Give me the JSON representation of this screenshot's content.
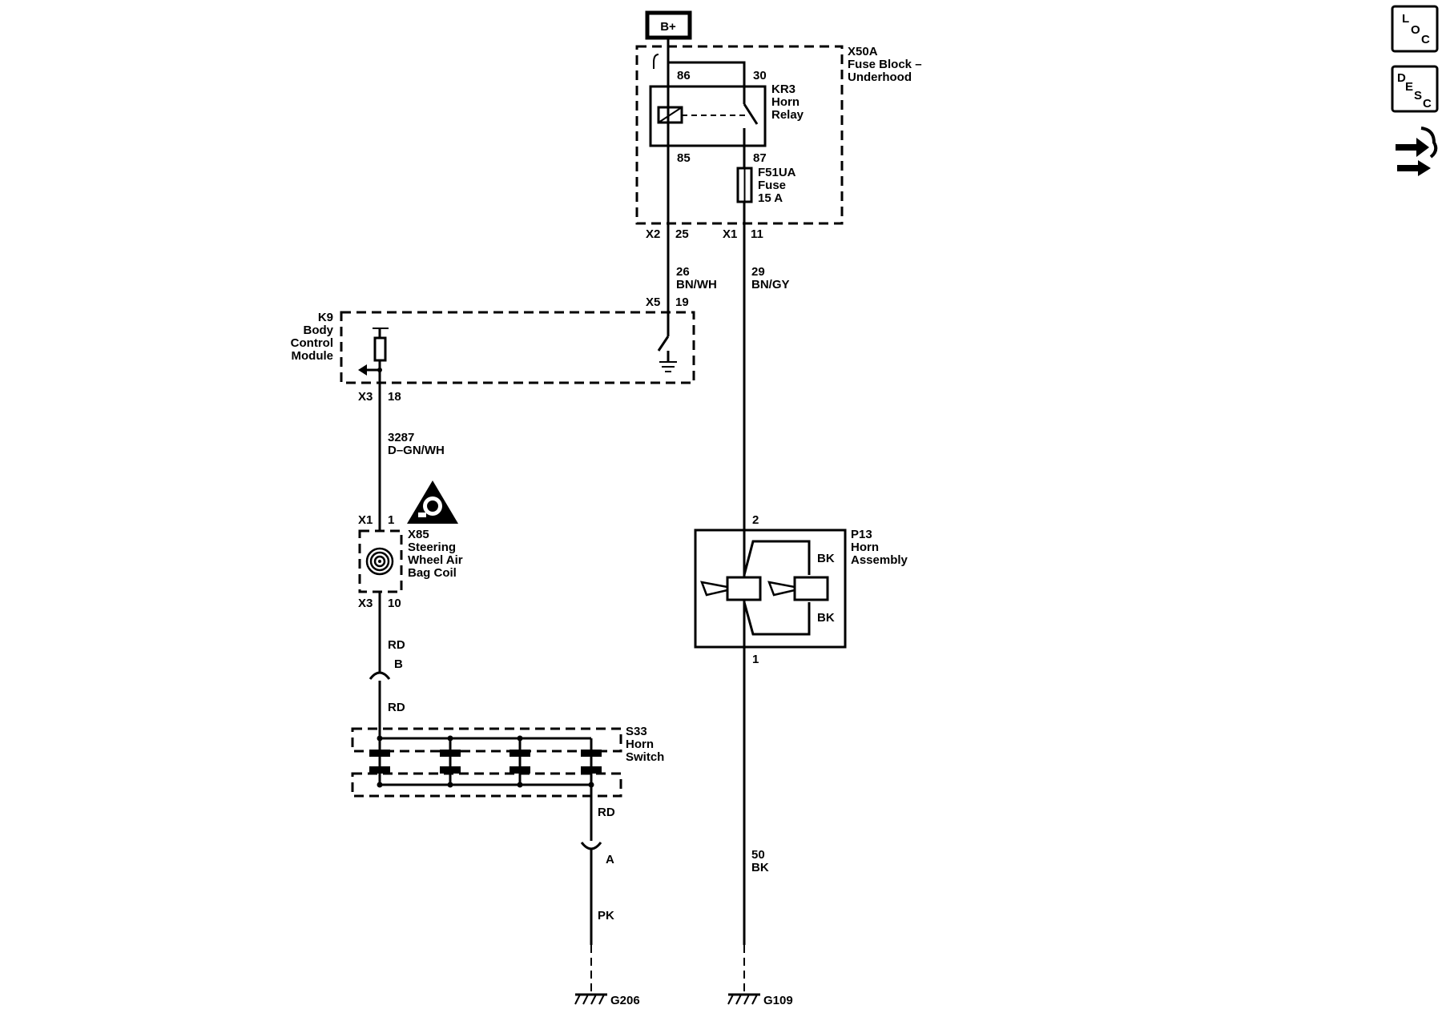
{
  "power_source": {
    "label": "B+"
  },
  "fuse_block": {
    "ref": "X50A",
    "name_line1": "Fuse Block –",
    "name_line2": "Underhood"
  },
  "relay": {
    "ref": "KR3",
    "name_line1": "Horn",
    "name_line2": "Relay",
    "pin_86": "86",
    "pin_30": "30",
    "pin_85": "85",
    "pin_87": "87"
  },
  "fuse": {
    "ref": "F51UA",
    "name": "Fuse",
    "rating": "15 A"
  },
  "fuse_block_connectors": {
    "x2": "X2",
    "x2_pin": "25",
    "x1": "X1",
    "x1_pin": "11"
  },
  "wire_26": {
    "circuit": "26",
    "color": "BN/WH"
  },
  "wire_29": {
    "circuit": "29",
    "color": "BN/GY"
  },
  "bcm": {
    "ref": "K9",
    "name_line1": "Body",
    "name_line2": "Control",
    "name_line3": "Module",
    "x5": "X5",
    "x5_pin": "19",
    "x3": "X3",
    "x3_pin": "18"
  },
  "wire_3287": {
    "circuit": "3287",
    "color": "D–GN/WH"
  },
  "airbag_coil": {
    "ref": "X85",
    "name_line1": "Steering",
    "name_line2": "Wheel Air",
    "name_line3": "Bag Coil",
    "x1": "X1",
    "x1_pin": "1",
    "x3": "X3",
    "x3_pin": "10"
  },
  "wire_rd_upper": {
    "color": "RD"
  },
  "inline_connector_b": {
    "label": "B"
  },
  "wire_rd_mid": {
    "color": "RD"
  },
  "horn_switch": {
    "ref": "S33",
    "name_line1": "Horn",
    "name_line2": "Switch"
  },
  "wire_rd_lower": {
    "color": "RD"
  },
  "inline_connector_a": {
    "label": "A"
  },
  "wire_pk": {
    "color": "PK"
  },
  "ground_g206": {
    "label": "G206"
  },
  "horn_assembly": {
    "ref": "P13",
    "name_line1": "Horn",
    "name_line2": "Assembly",
    "pin_2": "2",
    "pin_1": "1",
    "bk_upper": "BK",
    "bk_lower": "BK"
  },
  "wire_50": {
    "circuit": "50",
    "color": "BK"
  },
  "ground_g109": {
    "label": "G109"
  },
  "nav_icons": {
    "loc": {
      "l1": "L",
      "l2": "O",
      "l3": "C"
    },
    "desc": {
      "l1": "D",
      "l2": "E",
      "l3": "S",
      "l4": "C"
    },
    "repair_icon": "repair-arrows-icon"
  }
}
